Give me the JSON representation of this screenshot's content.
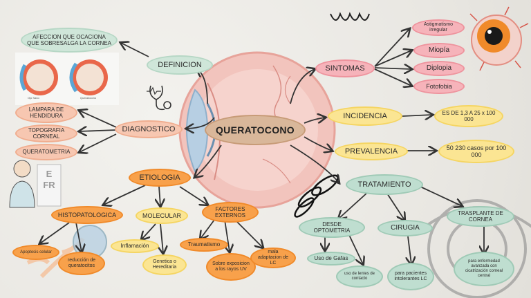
{
  "center": "QUERATOCONO",
  "definicion": {
    "label": "DEFINICION",
    "text": "AFECCION QUE OCACIONA QUE SOBRESALGA LA CORNEA",
    "image_captions": [
      "Ojo Sano",
      "Queratocono"
    ]
  },
  "diagnostico": {
    "label": "DIAGNOSTICO",
    "items": [
      "LAMPARA DE HENDIDURA",
      "TOPOGRAFIA CORNEAL",
      "QUERATOMETRIA"
    ]
  },
  "etiologia": {
    "label": "ETIOLOGIA",
    "histopatologica": {
      "label": "HISTOPATOLOGICA",
      "items": [
        "Apoptosis celular",
        "reducción de queratocitos"
      ]
    },
    "molecular": {
      "label": "MOLECULAR",
      "items": [
        "Inflamación",
        "Genetica o Hereditaria"
      ]
    },
    "factores": {
      "label": "FACTORES EXTERNOS",
      "items": [
        "Traumatismo",
        "Sobre exposicion a los rayos UV",
        "mala adaptacion de LC"
      ]
    }
  },
  "sintomas": {
    "label": "SINTOMAS",
    "items": [
      "Astigmatismo irregular",
      "Miopía",
      "Diplopia",
      "Fotofobia"
    ]
  },
  "incidencia": {
    "label": "INCIDENCIA",
    "value": "ES DE 1,3 A 25 x 100 000"
  },
  "prevalencia": {
    "label": "PREVALENCIA",
    "value": "50 230 casos por 100 000"
  },
  "tratamiento": {
    "label": "TRATAMIENTO",
    "optometria": {
      "label": "DESDE OPTOMETRIA",
      "items": [
        "Uso de Gafas",
        "uso de lentes de contacto"
      ]
    },
    "cirugia": {
      "label": "CIRUGIA",
      "items": [
        "para pacientes intolerantes LC"
      ]
    },
    "trasplante": {
      "label": "TRASPLANTE DE CORNEA",
      "items": [
        "para enfermedad avanzada con cicatrización corneal central"
      ]
    }
  },
  "chart_label": "E FR",
  "colors": {
    "mint": "#cfe6d9",
    "salmon": "#f7c7b1",
    "orange": "#f8a14b",
    "yellow": "#fbe593",
    "pink": "#f6b3ba",
    "center": "#d9b79a"
  }
}
